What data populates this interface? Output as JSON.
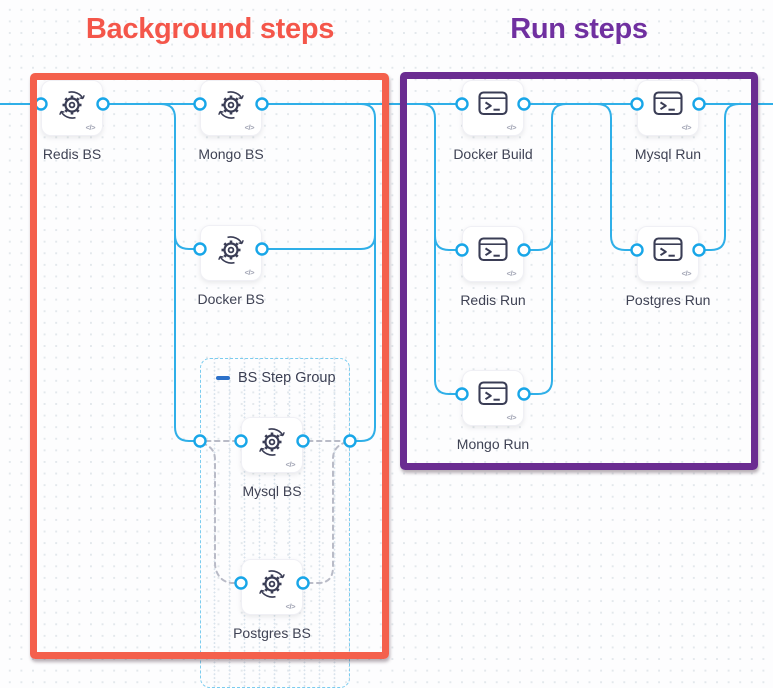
{
  "titles": {
    "background": "Background steps",
    "run": "Run steps"
  },
  "step_group": {
    "label": "BS Step Group",
    "collapse_icon": "minus-icon"
  },
  "node_badge": "</>",
  "nodes": [
    {
      "id": "redis-bs",
      "label": "Redis BS",
      "icon": "gear-sync-icon"
    },
    {
      "id": "mongo-bs",
      "label": "Mongo BS",
      "icon": "gear-sync-icon"
    },
    {
      "id": "docker-bs",
      "label": "Docker BS",
      "icon": "gear-sync-icon"
    },
    {
      "id": "mysql-bs",
      "label": "Mysql BS",
      "icon": "gear-sync-icon"
    },
    {
      "id": "postgres-bs",
      "label": "Postgres BS",
      "icon": "gear-sync-icon"
    },
    {
      "id": "docker-build",
      "label": "Docker Build",
      "icon": "terminal-icon"
    },
    {
      "id": "mysql-run",
      "label": "Mysql Run",
      "icon": "terminal-icon"
    },
    {
      "id": "redis-run",
      "label": "Redis Run",
      "icon": "terminal-icon"
    },
    {
      "id": "postgres-run",
      "label": "Postgres Run",
      "icon": "terminal-icon"
    },
    {
      "id": "mongo-run",
      "label": "Mongo Run",
      "icon": "terminal-icon"
    }
  ],
  "colors": {
    "background_title": "#F4564A",
    "background_border": "#F4604C",
    "run_title": "#7030A0",
    "run_border": "#6A2C91",
    "connector": "#2FAFE8",
    "port_stroke": "#18A6E8",
    "dashed_connector": "#B9BBC7",
    "group_border": "#7ACCEF",
    "node_label": "#3F4254"
  }
}
